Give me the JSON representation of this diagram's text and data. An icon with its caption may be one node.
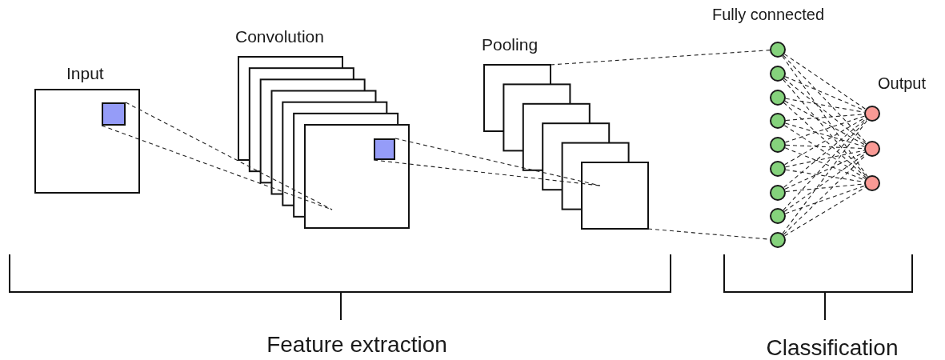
{
  "diagram": {
    "nodes": [
      {
        "text": [
          "Input"
        ]
      },
      {
        "text": [],
        "shape": "box",
        "in": 0
      },
      {
        "text": [
          "Convolution"
        ]
      },
      {
        "text": [],
        "shape": "box",
        "in": 2
      },
      {
        "text": [
          "Pooling"
        ]
      },
      {
        "text": [],
        "shape": "circle"
      },
      {
        "text": [],
        "shape": "circle"
      },
      {
        "text": [],
        "shape": "circle"
      },
      {
        "text": [],
        "shape": "circle"
      },
      {
        "text": [],
        "shape": "circle"
      },
      {
        "text": [],
        "shape": "circle"
      },
      {
        "text": [],
        "shape": "circle"
      },
      {
        "text": [],
        "shape": "circle"
      },
      {
        "text": [],
        "shape": "circle"
      },
      {
        "text": [],
        "shape": "circle"
      },
      {
        "text": [],
        "shape": "circle"
      },
      {
        "text": [],
        "shape": "circle"
      }
    ],
    "edges": [
      {
        "from": 1,
        "to": 2,
        "arrow": "none",
        "style": "dashed"
      },
      {
        "from": 1,
        "to": 2,
        "arrow": "none",
        "style": "dashed"
      },
      {
        "from": 3,
        "to": 4,
        "arrow": "none",
        "style": "dashed"
      },
      {
        "from": 3,
        "to": 4,
        "arrow": "none",
        "style": "dashed"
      },
      {
        "from": 4,
        "to": 5,
        "arrow": "none",
        "style": "dashed"
      },
      {
        "from": 4,
        "to": 13,
        "arrow": "none",
        "style": "dashed"
      },
      {
        "from": 5,
        "to": 14,
        "arrow": "none",
        "style": "dashed"
      },
      {
        "from": 5,
        "to": 15,
        "arrow": "none",
        "style": "dashed"
      },
      {
        "from": 5,
        "to": 16,
        "arrow": "none",
        "style": "dashed"
      },
      {
        "from": 6,
        "to": 14,
        "arrow": "none",
        "style": "dashed"
      },
      {
        "from": 6,
        "to": 15,
        "arrow": "none",
        "style": "dashed"
      },
      {
        "from": 6,
        "to": 16,
        "arrow": "none",
        "style": "dashed"
      },
      {
        "from": 7,
        "to": 14,
        "arrow": "none",
        "style": "dashed"
      },
      {
        "from": 7,
        "to": 15,
        "arrow": "none",
        "style": "dashed"
      },
      {
        "from": 7,
        "to": 16,
        "arrow": "none",
        "style": "dashed"
      },
      {
        "from": 8,
        "to": 14,
        "arrow": "none",
        "style": "dashed"
      },
      {
        "from": 8,
        "to": 15,
        "arrow": "none",
        "style": "dashed"
      },
      {
        "from": 8,
        "to": 16,
        "arrow": "none",
        "style": "dashed"
      },
      {
        "from": 9,
        "to": 14,
        "arrow": "none",
        "style": "dashed"
      },
      {
        "from": 9,
        "to": 15,
        "arrow": "none",
        "style": "dashed"
      },
      {
        "from": 9,
        "to": 16,
        "arrow": "none",
        "style": "dashed"
      },
      {
        "from": 10,
        "to": 14,
        "arrow": "none",
        "style": "dashed"
      },
      {
        "from": 10,
        "to": 15,
        "arrow": "none",
        "style": "dashed"
      },
      {
        "from": 10,
        "to": 16,
        "arrow": "none",
        "style": "dashed"
      },
      {
        "from": 11,
        "to": 14,
        "arrow": "none",
        "style": "dashed"
      },
      {
        "from": 11,
        "to": 15,
        "arrow": "none",
        "style": "dashed"
      },
      {
        "from": 11,
        "to": 16,
        "arrow": "none",
        "style": "dashed"
      },
      {
        "from": 12,
        "to": 14,
        "arrow": "none",
        "style": "dashed"
      },
      {
        "from": 12,
        "to": 15,
        "arrow": "none",
        "style": "dashed"
      },
      {
        "from": 12,
        "to": 16,
        "arrow": "none",
        "style": "dashed"
      },
      {
        "from": 13,
        "to": 14,
        "arrow": "none",
        "style": "dashed"
      },
      {
        "from": 13,
        "to": 15,
        "arrow": "none",
        "style": "dashed"
      },
      {
        "from": 13,
        "to": 16,
        "arrow": "none",
        "style": "dashed"
      }
    ],
    "labels": [
      "Fully connected",
      "Output",
      "Feature extraction",
      "Classification"
    ]
  }
}
